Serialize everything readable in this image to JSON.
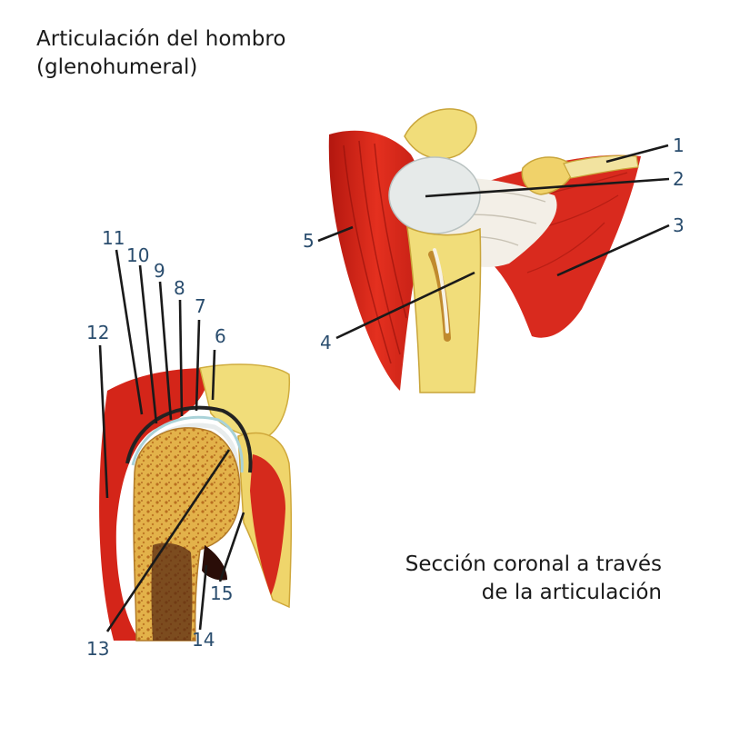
{
  "title": {
    "line1": "Articulación del hombro",
    "line2": "(glenohumeral)"
  },
  "caption": {
    "line1": "Sección coronal a través",
    "line2": "de la articulación"
  },
  "labels": [
    "1",
    "2",
    "3",
    "4",
    "5",
    "6",
    "7",
    "8",
    "9",
    "10",
    "11",
    "12",
    "13",
    "14",
    "15"
  ],
  "colors": {
    "muscle": "#d8281e",
    "muscle_dark": "#a8140f",
    "bone": "#f1dd7a",
    "bone_shadow": "#d9b844",
    "cartilage": "#e8ecec",
    "marrow": "#c98a2a",
    "label": "#2a4d6e",
    "leader": "#1a1a1a"
  }
}
